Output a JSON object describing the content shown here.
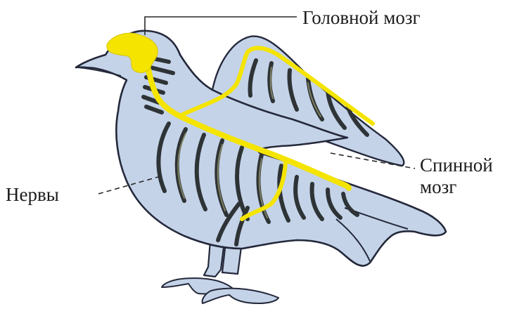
{
  "labels": {
    "brain": "Головной мозг",
    "spinal_cord_line1": "Спинной",
    "spinal_cord_line2": "мозг",
    "nerves": "Нервы"
  },
  "colors": {
    "body_fill": "#c4d3e8",
    "outline": "#24283a",
    "nervous_system": "#f4e400",
    "nerve_dark": "#2e3336",
    "nerve_light": "#8a8e68"
  },
  "icons": {
    "subject": "bird-icon"
  }
}
